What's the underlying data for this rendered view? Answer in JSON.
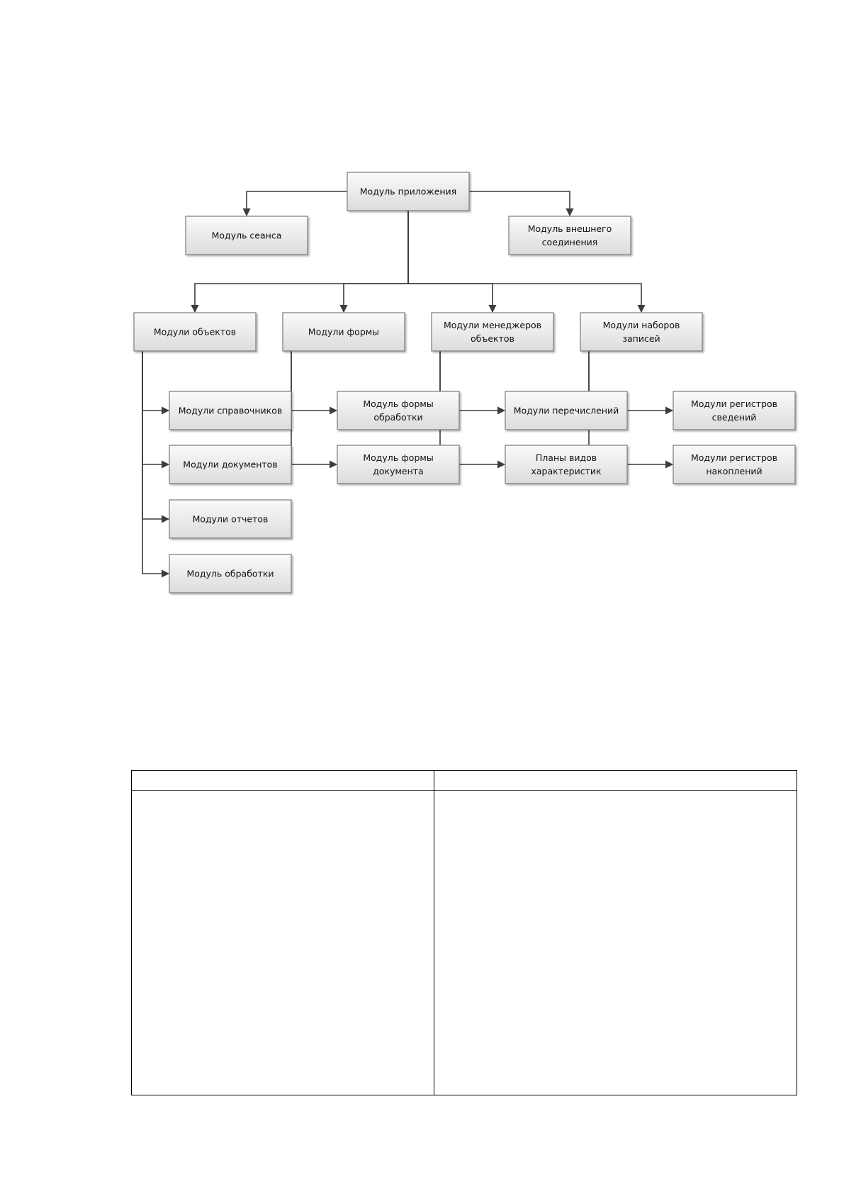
{
  "diagram": {
    "nodes": {
      "app": {
        "lines": [
          "Модуль приложения"
        ]
      },
      "session": {
        "lines": [
          "Модуль сеанса"
        ]
      },
      "external": {
        "lines": [
          "Модуль внешнего",
          "соединения"
        ]
      },
      "objects": {
        "lines": [
          "Модули объектов"
        ]
      },
      "forms": {
        "lines": [
          "Модули формы"
        ]
      },
      "managers": {
        "lines": [
          "Модули менеджеров",
          "объектов"
        ]
      },
      "recordsets": {
        "lines": [
          "Модули наборов",
          "записей"
        ]
      },
      "catalogs": {
        "lines": [
          "Модули справочников"
        ]
      },
      "documents": {
        "lines": [
          "Модули документов"
        ]
      },
      "reports": {
        "lines": [
          "Модули отчетов"
        ]
      },
      "processing": {
        "lines": [
          "Модуль обработки"
        ]
      },
      "form_processing": {
        "lines": [
          "Модуль формы",
          "обработки"
        ]
      },
      "form_document": {
        "lines": [
          "Модуль формы",
          "документа"
        ]
      },
      "enums": {
        "lines": [
          "Модули перечислений"
        ]
      },
      "char_types": {
        "lines": [
          "Планы видов",
          "характеристик"
        ]
      },
      "info_registers": {
        "lines": [
          "Модули регистров",
          "сведений"
        ]
      },
      "accum_registers": {
        "lines": [
          "Модули регистров",
          "накоплений"
        ]
      }
    },
    "edges": [
      {
        "from": "app",
        "to": "session"
      },
      {
        "from": "app",
        "to": "external"
      },
      {
        "from": "app",
        "to": "objects"
      },
      {
        "from": "app",
        "to": "forms"
      },
      {
        "from": "app",
        "to": "managers"
      },
      {
        "from": "app",
        "to": "recordsets"
      },
      {
        "from": "objects",
        "to": "catalogs"
      },
      {
        "from": "objects",
        "to": "documents"
      },
      {
        "from": "objects",
        "to": "reports"
      },
      {
        "from": "objects",
        "to": "processing"
      },
      {
        "from": "forms",
        "to": "form_processing"
      },
      {
        "from": "forms",
        "to": "form_document"
      },
      {
        "from": "managers",
        "to": "enums"
      },
      {
        "from": "managers",
        "to": "char_types"
      },
      {
        "from": "recordsets",
        "to": "info_registers"
      },
      {
        "from": "recordsets",
        "to": "accum_registers"
      }
    ]
  },
  "table": {
    "header": [
      "",
      ""
    ],
    "body": [
      "",
      ""
    ]
  }
}
